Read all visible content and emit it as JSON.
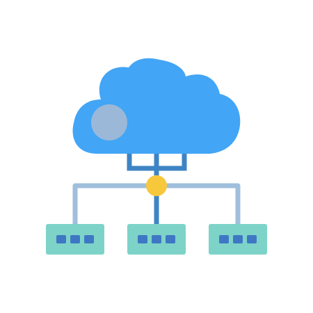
{
  "icon": {
    "name": "cloud-network-icon",
    "colors": {
      "cloud": "#42a5f5",
      "cloud_spot": "#9cb8d9",
      "trunk": "#3e84c4",
      "connector": "#9fbfdc",
      "hub": "#f7c73c",
      "node_box": "#7dd3c8",
      "node_dot": "#3e78c4"
    },
    "nodes": [
      {
        "id": "left"
      },
      {
        "id": "center"
      },
      {
        "id": "right"
      }
    ]
  }
}
